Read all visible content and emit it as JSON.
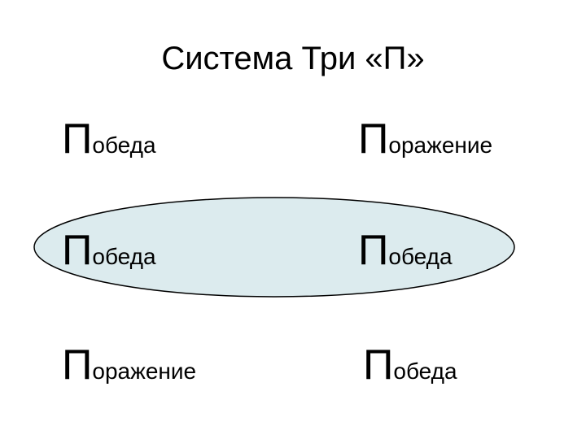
{
  "slide": {
    "title": "Система Три «П»",
    "ellipse_fill": "#dcebee",
    "rows": [
      {
        "left": {
          "initial": "П",
          "rest": "обеда"
        },
        "right": {
          "initial": "П",
          "rest": "оражение"
        }
      },
      {
        "left": {
          "initial": "П",
          "rest": "обеда"
        },
        "right": {
          "initial": "П",
          "rest": "обеда"
        }
      },
      {
        "left": {
          "initial": "П",
          "rest": "оражение"
        },
        "right": {
          "initial": "П",
          "rest": "обеда"
        }
      }
    ]
  }
}
